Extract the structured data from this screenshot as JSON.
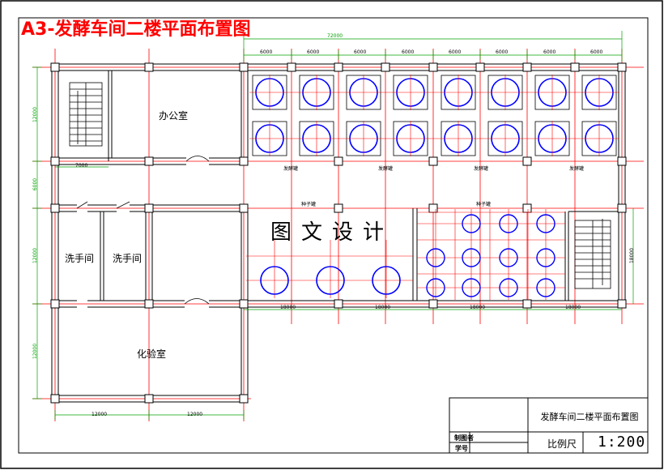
{
  "drawing": {
    "title": "A3-发酵车间二楼平面布置图",
    "watermark": "图文设计",
    "rooms": {
      "office": "办公室",
      "washroom_1": "洗手间",
      "washroom_2": "洗手间",
      "lab": "化验室"
    },
    "dimensions": {
      "overall_width": "72000",
      "top_bays": [
        "6000",
        "6000",
        "6000",
        "6000",
        "6000",
        "6000",
        "6000",
        "6000"
      ],
      "left_vertical": [
        "12000",
        "6000",
        "12000",
        "12000"
      ],
      "stair_width": "7000",
      "middle_bays": [
        "18000",
        "18000",
        "18000",
        "18000"
      ],
      "bottom_bays": [
        "12000",
        "12000"
      ],
      "right_vertical": "18000"
    },
    "zone_labels": {
      "fermenter_row": [
        "发酵罐",
        "发酵罐",
        "发酵罐",
        "发酵罐"
      ],
      "seed_tank": "种子罐",
      "mid_tank": "种子罐"
    }
  },
  "title_block": {
    "drawing_name": "发酵车间二楼平面布置图",
    "drawn_by_label": "制图者",
    "number_label": "学号",
    "scale_label": "比例尺",
    "scale_value": "1:200"
  },
  "colors": {
    "red": "#ff0000",
    "blue": "#0000ff",
    "cyan": "#00a8a8",
    "green": "#00a000",
    "black": "#000000"
  }
}
